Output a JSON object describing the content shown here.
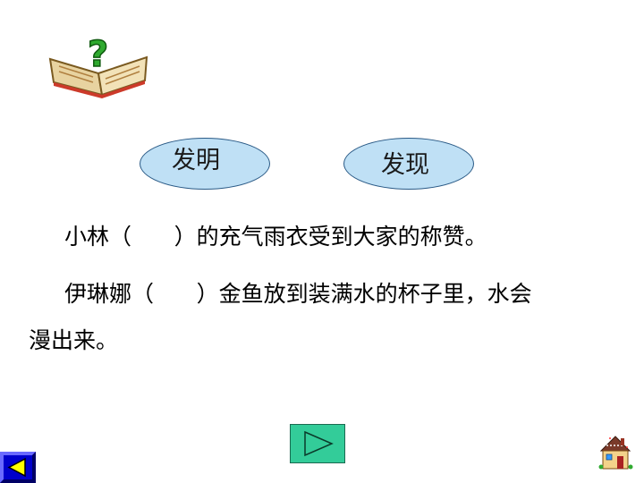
{
  "options": {
    "option_1": "发明",
    "option_2": "发现"
  },
  "sentences": {
    "line_1": "小林（      ）的充气雨衣受到大家的称赞。",
    "line_2a": "伊琳娜（      ）金鱼放到装满水的杯子里，水会",
    "line_2b": "漫出来。"
  },
  "icons": {
    "top_left": "open-book-question-icon",
    "next": "play-triangle-icon",
    "back": "back-arrow-icon",
    "home": "house-icon"
  },
  "colors": {
    "oval_fill": "#bfe0f5",
    "next_button": "#33cc99",
    "back_button": "#0000cc"
  }
}
